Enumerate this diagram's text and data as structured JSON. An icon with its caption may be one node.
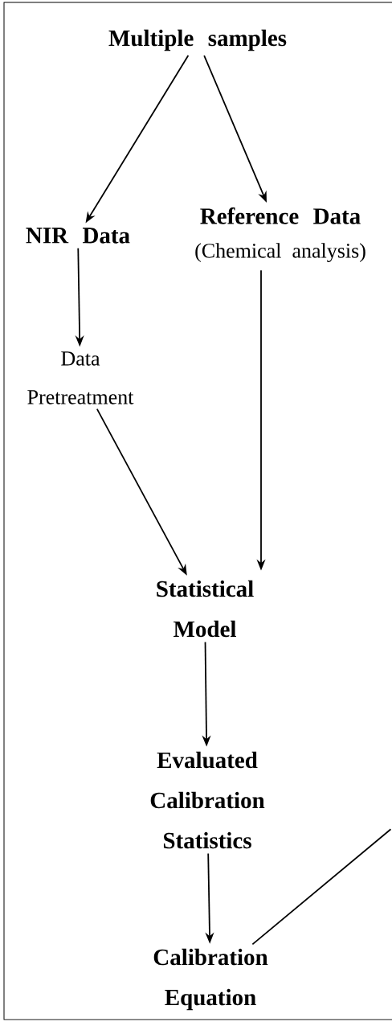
{
  "diagram": {
    "nodes": [
      {
        "text": [
          "Multiple samples"
        ]
      },
      {
        "text": [
          "NIR Data"
        ]
      },
      {
        "text": [
          "Reference Data",
          "(Chemical analysis)"
        ]
      },
      {
        "text": [
          "Data Pretreatment"
        ]
      },
      {
        "text": [
          "Statistical Model"
        ]
      },
      {
        "text": [
          "Evaluated Calibration Statistics"
        ]
      },
      {
        "text": [
          "Calibration Equation"
        ]
      }
    ],
    "edges": [
      {
        "from": 0,
        "to": 1,
        "arrow": "to"
      },
      {
        "from": 0,
        "to": 2,
        "arrow": "to"
      },
      {
        "from": 1,
        "to": 3,
        "arrow": "to"
      },
      {
        "from": 2,
        "to": 4,
        "arrow": "to"
      },
      {
        "from": 3,
        "to": 4,
        "arrow": "to"
      },
      {
        "from": 4,
        "to": 5,
        "arrow": "to"
      },
      {
        "from": 5,
        "to": 6,
        "arrow": "to"
      },
      {
        "from": 6,
        "to": null,
        "arrow": "none"
      }
    ]
  }
}
